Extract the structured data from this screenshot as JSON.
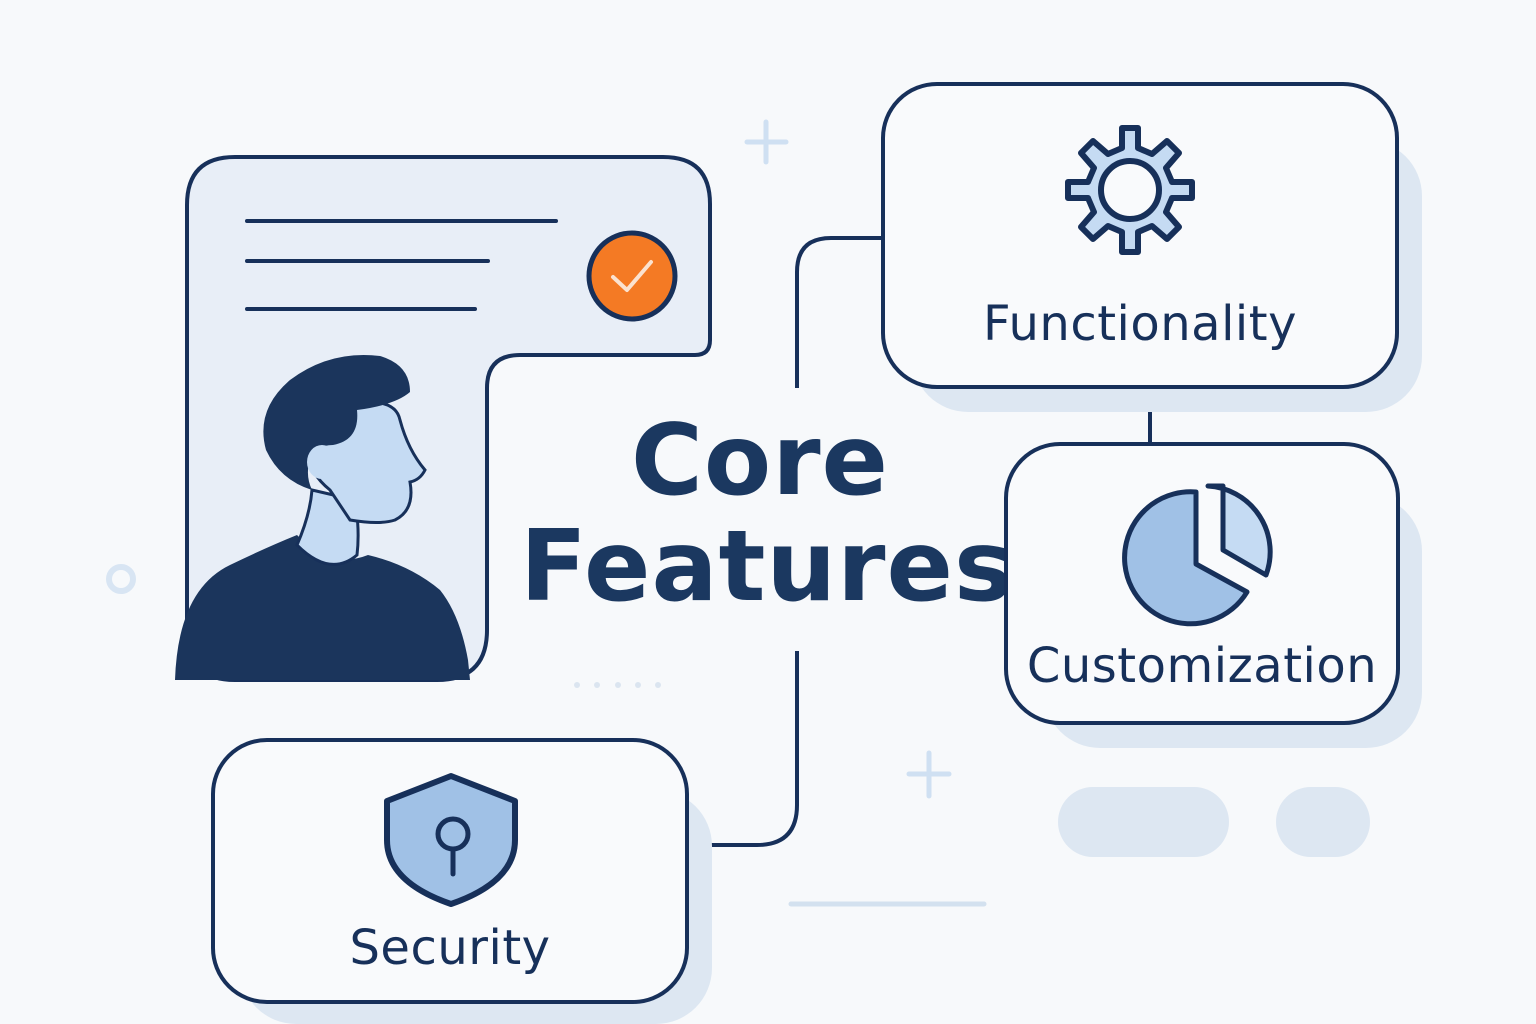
{
  "title": {
    "line1": "Core",
    "line2": "Features"
  },
  "features": [
    {
      "id": "functionality",
      "label": "Functionality",
      "icon": "gear-icon"
    },
    {
      "id": "customization",
      "label": "Customization",
      "icon": "pie-chart-icon"
    },
    {
      "id": "security",
      "label": "Security",
      "icon": "shield-keyhole-icon"
    }
  ],
  "profile_card": {
    "text_lines": 3,
    "badge_icon": "check-circle-icon",
    "avatar_icon": "person-icon"
  },
  "colors": {
    "background": "#f7f9fb",
    "outline": "#17305a",
    "text": "#1b3860",
    "light_fill": "#c5dbf3",
    "card_fill": "#e8eef7",
    "accent_orange": "#f47a24",
    "decor": "#dce6f2"
  },
  "decorations": [
    "plus-icon",
    "plus-icon",
    "ring-icon",
    "dots",
    "pill",
    "pill",
    "line"
  ]
}
